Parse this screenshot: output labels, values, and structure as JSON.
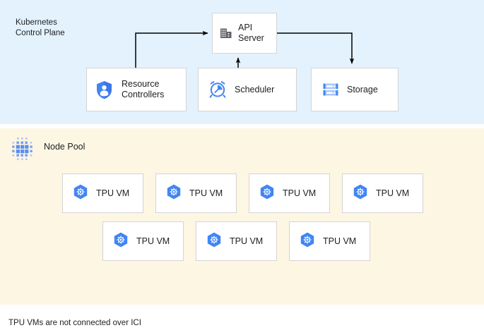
{
  "diagram": {
    "caption": "TPU VMs are not connected over ICI",
    "colors": {
      "control_plane_background": "#e3f2fd",
      "node_pool_background": "#fdf6e3",
      "box_background": "#ffffff",
      "box_border": "#d4d4d4",
      "accent_blue": "#4285f4",
      "icon_gray": "#5f6368",
      "text": "#202124",
      "connector": "#000000"
    }
  },
  "control_plane": {
    "label": "Kubernetes\nControl Plane",
    "icon": "none",
    "nodes": [
      {
        "id": "api-server",
        "label": "API\nServer",
        "icon": "building-icon"
      },
      {
        "id": "resource-controllers",
        "label": "Resource\nControllers",
        "icon": "shield-person-icon"
      },
      {
        "id": "scheduler",
        "label": "Scheduler",
        "icon": "alarm-clock-icon"
      },
      {
        "id": "storage",
        "label": "Storage",
        "icon": "server-stack-icon"
      }
    ],
    "connectors": [
      {
        "from": "resource-controllers",
        "to": "api-server",
        "direction": "to-api-server"
      },
      {
        "from": "scheduler",
        "to": "api-server",
        "direction": "to-api-server"
      },
      {
        "from": "api-server",
        "to": "storage",
        "direction": "to-storage"
      }
    ]
  },
  "node_pool": {
    "label": "Node Pool",
    "icon": "dot-cluster-icon",
    "rows": [
      {
        "vms": [
          {
            "label": "TPU VM",
            "icon": "tpu-hexagon-icon"
          },
          {
            "label": "TPU VM",
            "icon": "tpu-hexagon-icon"
          },
          {
            "label": "TPU VM",
            "icon": "tpu-hexagon-icon"
          },
          {
            "label": "TPU VM",
            "icon": "tpu-hexagon-icon"
          }
        ]
      },
      {
        "vms": [
          {
            "label": "TPU VM",
            "icon": "tpu-hexagon-icon"
          },
          {
            "label": "TPU VM",
            "icon": "tpu-hexagon-icon"
          },
          {
            "label": "TPU VM",
            "icon": "tpu-hexagon-icon"
          }
        ]
      }
    ]
  }
}
